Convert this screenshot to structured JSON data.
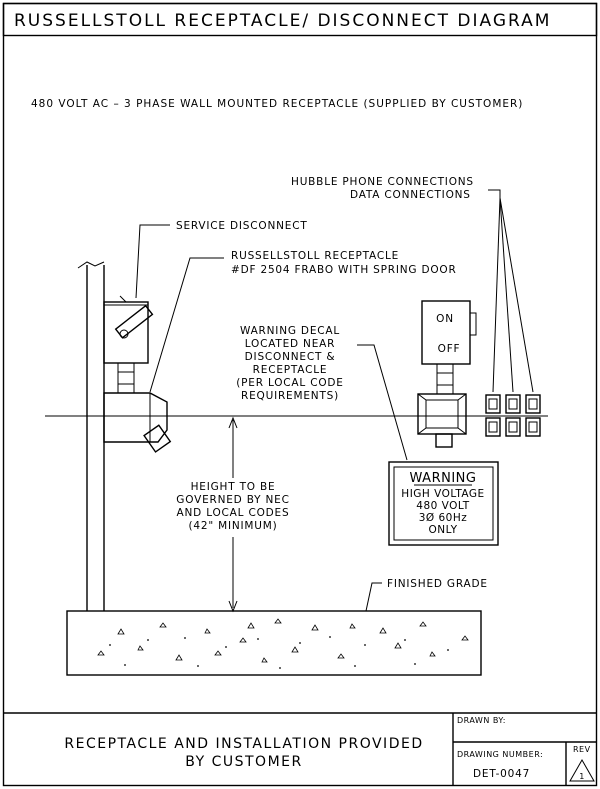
{
  "title": "RUSSELLSTOLL RECEPTACLE/ DISCONNECT DIAGRAM",
  "subtitle": "480 VOLT AC  –  3 PHASE WALL MOUNTED RECEPTACLE   (SUPPLIED BY CUSTOMER)",
  "labels": {
    "hubble_line1": "HUBBLE PHONE CONNECTIONS",
    "hubble_line2": "DATA CONNECTIONS",
    "service_disconnect": "SERVICE DISCONNECT",
    "receptacle_line1": "RUSSELLSTOLL RECEPTACLE",
    "receptacle_line2": "#DF 2504 FRABO WITH SPRING DOOR",
    "warning_decal_lines": [
      "WARNING DECAL",
      "LOCATED NEAR",
      "DISCONNECT &",
      "RECEPTACLE",
      "(PER LOCAL CODE",
      "REQUIREMENTS)"
    ],
    "height_lines": [
      "HEIGHT TO BE",
      "GOVERNED BY NEC",
      "AND LOCAL CODES",
      "(42\" MINIMUM)"
    ],
    "finished_grade": "FINISHED GRADE",
    "switch_on": "ON",
    "switch_off": "OFF"
  },
  "warning_sign": {
    "title": "WARNING",
    "lines": [
      "HIGH VOLTAGE",
      "480 VOLT",
      "3Ø 60Hz",
      "ONLY"
    ]
  },
  "title_block": {
    "note_line1": "RECEPTACLE AND INSTALLATION PROVIDED",
    "note_line2": "BY CUSTOMER",
    "drawn_by_label": "DRAWN BY:",
    "drawing_number_label": "DRAWING NUMBER:",
    "drawing_number": "DET-0047",
    "rev_label": "REV",
    "rev_value": "1"
  }
}
